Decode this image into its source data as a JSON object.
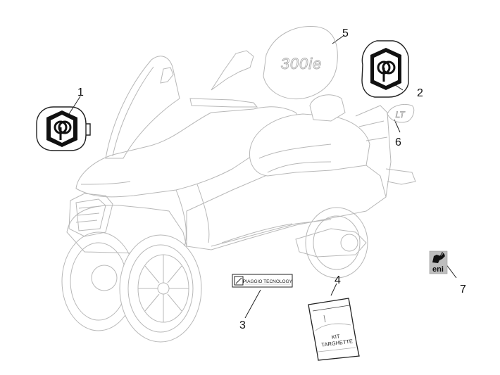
{
  "diagram": {
    "callouts": [
      {
        "id": "1",
        "label": "1"
      },
      {
        "id": "2",
        "label": "2"
      },
      {
        "id": "3",
        "label": "3"
      },
      {
        "id": "4",
        "label": "4"
      },
      {
        "id": "5",
        "label": "5"
      },
      {
        "id": "6",
        "label": "6"
      },
      {
        "id": "7",
        "label": "7"
      }
    ],
    "parts": {
      "emblem_front": {
        "icon": "piaggio-emblem-icon"
      },
      "emblem_rear": {
        "icon": "piaggio-emblem-icon"
      },
      "model_badge": {
        "text": "300ie"
      },
      "lt_badge": {
        "text": "LT"
      },
      "tech_plate": {
        "text": "PIAGGIO TECNOLOGY"
      },
      "kit_bag": {
        "line1": "KIT",
        "line2": "TARGHETTE"
      },
      "eni_sticker": {
        "text": "eni",
        "icon": "six-legged-dog-icon"
      }
    },
    "colors": {
      "outline": "#b8b8b8",
      "ink": "#222222",
      "eni_bg": "#bdbdbd"
    }
  }
}
